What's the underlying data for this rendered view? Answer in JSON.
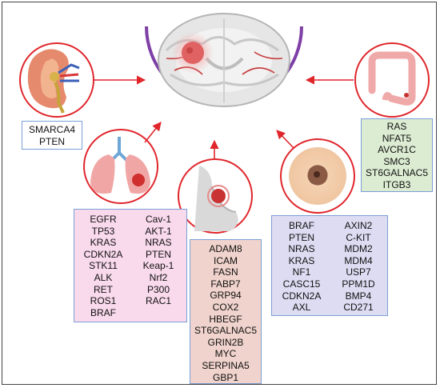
{
  "diagram": {
    "kidney_genes": [
      "SMARCA4",
      "PTEN"
    ],
    "lung_genes": {
      "left": [
        "EGFR",
        "TP53",
        "KRAS",
        "CDKN2A",
        "STK11",
        "ALK",
        "RET",
        "ROS1",
        "BRAF"
      ],
      "right": [
        "Cav-1",
        "AKT-1",
        "NRAS",
        "PTEN",
        "Keap-1",
        "Nrf2",
        "P300",
        "RAC1"
      ]
    },
    "breast_genes": [
      "ADAM8",
      "ICAM",
      "FASN",
      "FABP7",
      "GRP94",
      "COX2",
      "HBEGF",
      "ST6GALNAC5",
      "GRIN2B",
      "MYC",
      "SERPINA5",
      "GBP1"
    ],
    "skin_genes": {
      "left": [
        "BRAF",
        "PTEN",
        "NRAS",
        "KRAS",
        "NF1",
        "CASC15",
        "CDKN2A",
        "AXL"
      ],
      "right": [
        "AXIN2",
        "C-KIT",
        "MDM2",
        "MDM4",
        "USP7",
        "PPM1D",
        "BMP4",
        "CD271"
      ]
    },
    "colon_genes": [
      "RAS",
      "NFAT5",
      "AVCR1C",
      "SMC3",
      "ST6GALNAC5",
      "ITGB3"
    ],
    "colors": {
      "arrow": "#e0252b",
      "circle": "#e0252b",
      "brain_ring": "#7e3fa6",
      "kidney_box": "#ffffff",
      "lung_box": "#f9d9ec",
      "breast_box": "#f0d3cc",
      "skin_box": "#dedcf2",
      "colon_box": "#dcecd2",
      "box_border": "#7a9fd6"
    },
    "icons": [
      "brain-icon",
      "kidney-icon",
      "lungs-icon",
      "breast-icon",
      "skin-lesion-icon",
      "colon-icon"
    ]
  }
}
